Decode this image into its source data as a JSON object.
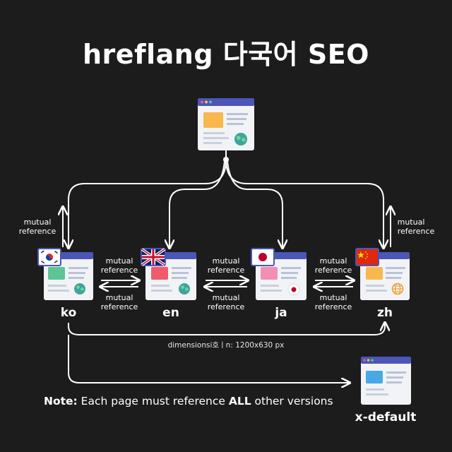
{
  "title": "hreflang 다국어 SEO",
  "pages": {
    "ko": {
      "label": "ko",
      "accent": "#5cc593",
      "flag": "kr-flag-icon"
    },
    "en": {
      "label": "en",
      "accent": "#ef5b6b",
      "flag": "gb-flag-icon"
    },
    "ja": {
      "label": "ja",
      "accent": "#f38fb5",
      "flag": "jp-flag-icon"
    },
    "zh": {
      "label": "zh",
      "accent": "#f8b84e",
      "flag": "cn-flag-icon"
    },
    "root": {
      "accent": "#f8b84e",
      "icon": "globe-icon"
    },
    "x_default": {
      "label": "x-default",
      "accent": "#48a9e6"
    }
  },
  "labels": {
    "mutual": "mutual",
    "reference": "reference",
    "dimensions": "dimensionsi호ㅣn: 1200x630 px"
  },
  "note": {
    "prefix": "Note:",
    "middle": " Each page must reference ",
    "emphasis": "ALL",
    "suffix": " other versions"
  },
  "colors": {
    "background": "#1c1c1c",
    "window_bar": "#4a56b8",
    "window_body": "#f2f3f6",
    "line": "#ffffff"
  }
}
